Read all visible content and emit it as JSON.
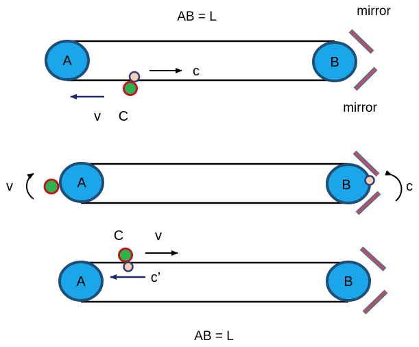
{
  "labels": {
    "top_title": "AB = L",
    "bottom_title": "AB = L",
    "pulley_a": "A",
    "pulley_b": "B",
    "mirror": "mirror",
    "velocity_v": "v",
    "light_c": "c",
    "light_c_prime": "c’",
    "point_c": "C"
  },
  "colors": {
    "pulley_fill": "#1aa6e8",
    "pulley_stroke": "#1f4e79",
    "belt": "#000000",
    "mirror_fill": "#c0504d",
    "mirror_stroke": "#4f6fa8",
    "emitter_fill": "#2bb24c",
    "emitter_stroke": "#c0161c",
    "photon_fill": "#f7d0b0",
    "photon_stroke": "#2c3e80",
    "arrow_v": "#1f2a6b",
    "arrow_black": "#000000"
  }
}
